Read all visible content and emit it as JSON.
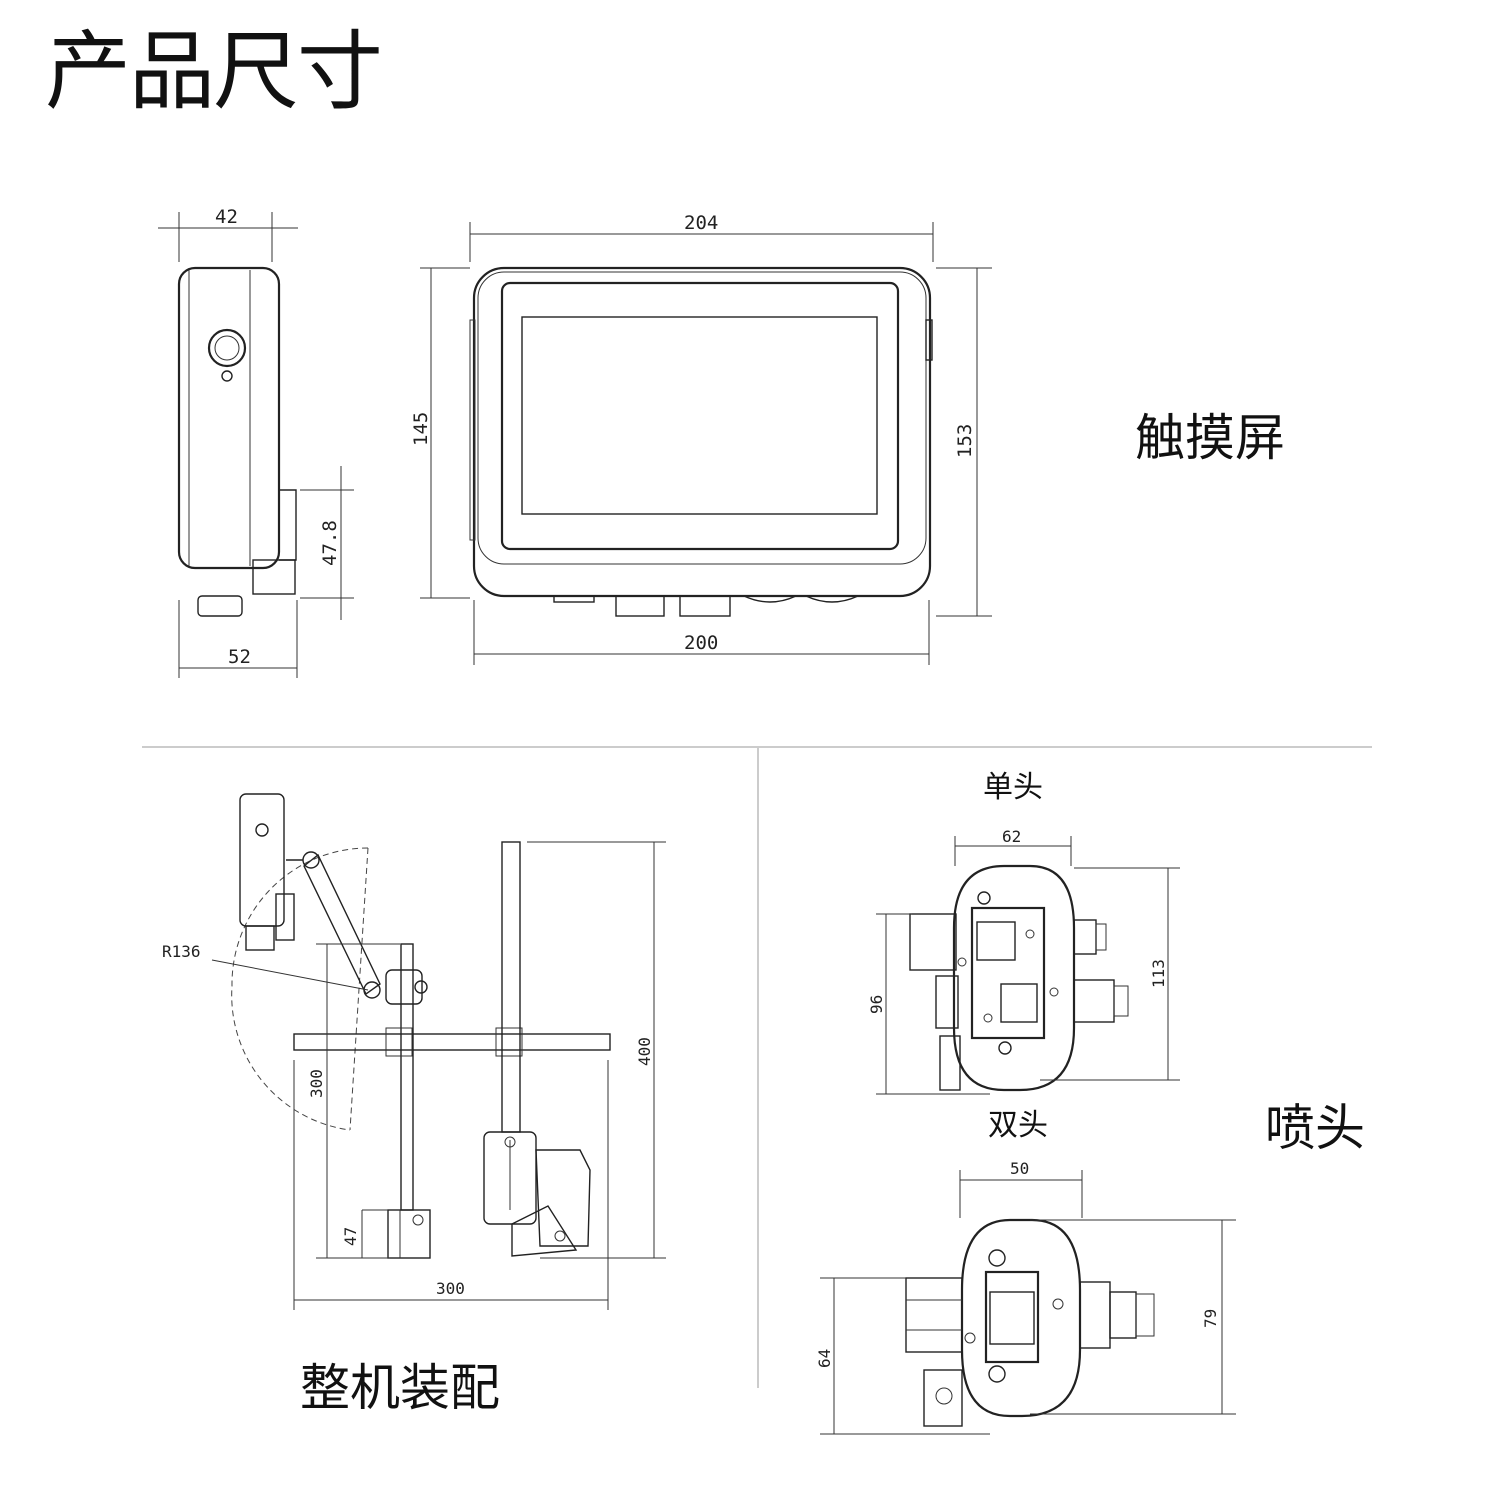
{
  "page": {
    "title": "产品尺寸"
  },
  "sections": {
    "touchscreen": {
      "label": "触摸屏"
    },
    "assembly": {
      "label": "整机装配"
    },
    "nozzle": {
      "label": "喷头",
      "single_label": "单头",
      "double_label": "双头"
    }
  },
  "dimensions": {
    "touch_side_top": "42",
    "touch_side_bottom": "52",
    "touch_side_height": "47.8",
    "touch_front_top": "204",
    "touch_front_bottom": "200",
    "touch_front_left": "145",
    "touch_front_right": "153",
    "assembly_radius": "R136",
    "assembly_height_left": "300",
    "assembly_height_small": "47",
    "assembly_height_right": "400",
    "assembly_width": "300",
    "single_width": "62",
    "single_height_left": "96",
    "single_height_right": "113",
    "double_width": "50",
    "double_height_left": "64",
    "double_height_right": "79"
  },
  "colors": {
    "line": "#222222",
    "divider": "#cccccc",
    "background": "#ffffff"
  }
}
